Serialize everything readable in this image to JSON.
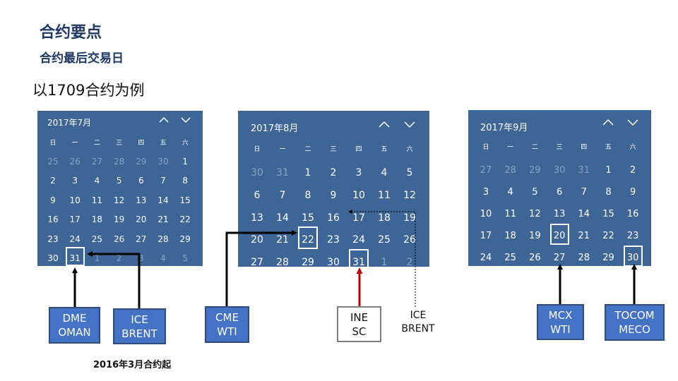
{
  "header": {
    "title": "合约要点",
    "subtitle": "合约最后交易日",
    "example": "以1709合约为例"
  },
  "footnote": "2016年3月合约起",
  "weekdays": [
    "日",
    "一",
    "二",
    "三",
    "四",
    "五",
    "六"
  ],
  "calendars": [
    {
      "title": "2017年7月",
      "rows": [
        [
          "25",
          "26",
          "27",
          "28",
          "29",
          "30",
          "1"
        ],
        [
          "2",
          "3",
          "4",
          "5",
          "6",
          "7",
          "8"
        ],
        [
          "9",
          "10",
          "11",
          "12",
          "13",
          "14",
          "15"
        ],
        [
          "16",
          "17",
          "18",
          "19",
          "20",
          "21",
          "22"
        ],
        [
          "23",
          "24",
          "25",
          "26",
          "27",
          "28",
          "29"
        ],
        [
          "30",
          "31",
          "1",
          "2",
          "3",
          "4",
          "5"
        ]
      ],
      "muted": [
        [
          0,
          0
        ],
        [
          0,
          1
        ],
        [
          0,
          2
        ],
        [
          0,
          3
        ],
        [
          0,
          4
        ],
        [
          0,
          5
        ],
        [
          5,
          2
        ],
        [
          5,
          3
        ],
        [
          5,
          4
        ],
        [
          5,
          5
        ],
        [
          5,
          6
        ]
      ],
      "highlight": "31"
    },
    {
      "title": "2017年8月",
      "rows": [
        [
          "30",
          "31",
          "1",
          "2",
          "3",
          "4",
          "5"
        ],
        [
          "6",
          "7",
          "8",
          "9",
          "10",
          "11",
          "12"
        ],
        [
          "13",
          "14",
          "15",
          "16",
          "17",
          "18",
          "19"
        ],
        [
          "20",
          "21",
          "22",
          "23",
          "24",
          "25",
          "26"
        ],
        [
          "27",
          "28",
          "29",
          "30",
          "31",
          "1",
          "2"
        ]
      ],
      "muted": [
        [
          0,
          0
        ],
        [
          0,
          1
        ],
        [
          4,
          5
        ],
        [
          4,
          6
        ]
      ],
      "highlight": [
        "22",
        "31"
      ]
    },
    {
      "title": "2017年9月",
      "rows": [
        [
          "27",
          "28",
          "29",
          "30",
          "31",
          "1",
          "2"
        ],
        [
          "3",
          "4",
          "5",
          "6",
          "7",
          "8",
          "9"
        ],
        [
          "10",
          "11",
          "12",
          "13",
          "14",
          "15",
          "16"
        ],
        [
          "17",
          "18",
          "19",
          "20",
          "21",
          "22",
          "23"
        ],
        [
          "24",
          "25",
          "26",
          "27",
          "28",
          "29",
          "30"
        ]
      ],
      "muted": [
        [
          0,
          0
        ],
        [
          0,
          1
        ],
        [
          0,
          2
        ],
        [
          0,
          3
        ],
        [
          0,
          4
        ]
      ],
      "highlight": [
        "20",
        "30"
      ]
    }
  ],
  "labels": {
    "dme_oman": [
      "DME",
      "OMAN"
    ],
    "ice_brent_1": [
      "ICE",
      "BRENT"
    ],
    "cme_wti": [
      "CME",
      "WTI"
    ],
    "ine_sc": [
      "INE",
      "SC"
    ],
    "ice_brent_2": [
      "ICE",
      "BRENT"
    ],
    "mcx_wti": [
      "MCX",
      "WTI"
    ],
    "tocom_meco": [
      "TOCOM",
      "MECO"
    ]
  },
  "colors": {
    "calendar_bg": "#3d6596",
    "label_bg": "#4472c4",
    "arrow_black": "#000000",
    "arrow_red": "#c00000",
    "title": "#1f3864"
  }
}
